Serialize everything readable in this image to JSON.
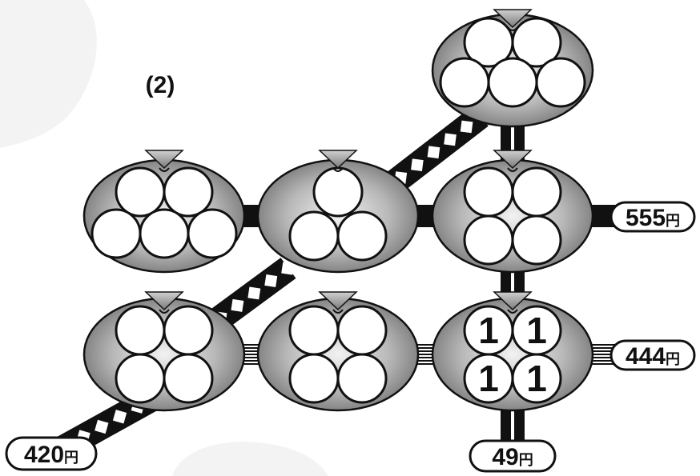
{
  "puzzle": {
    "label": "(2)",
    "currency_unit": "円",
    "totals": {
      "diagonal": {
        "value": "420",
        "unit": "円"
      },
      "top_row": {
        "value": "555",
        "unit": "円"
      },
      "bottom_row": {
        "value": "444",
        "unit": "円"
      },
      "right_column": {
        "value": "49",
        "unit": "円"
      }
    },
    "pots": [
      {
        "id": "top",
        "coins": [
          "",
          "",
          "",
          "",
          ""
        ]
      },
      {
        "id": "row1-col1",
        "coins": [
          "",
          "",
          "",
          "",
          ""
        ]
      },
      {
        "id": "row1-col2",
        "coins": [
          "",
          "",
          ""
        ]
      },
      {
        "id": "row1-col3",
        "coins": [
          "",
          "",
          "",
          ""
        ]
      },
      {
        "id": "row2-col1",
        "coins": [
          "",
          "",
          "",
          ""
        ]
      },
      {
        "id": "row2-col2",
        "coins": [
          "",
          "",
          "",
          ""
        ]
      },
      {
        "id": "row2-col3",
        "coins": [
          "1",
          "1",
          "1",
          "1"
        ]
      }
    ]
  },
  "colors": {
    "ink": "#111111",
    "pot_light": "#f2f2f2",
    "pot_dark": "#6e6e6e",
    "background_shape": "#f3f3f3"
  }
}
